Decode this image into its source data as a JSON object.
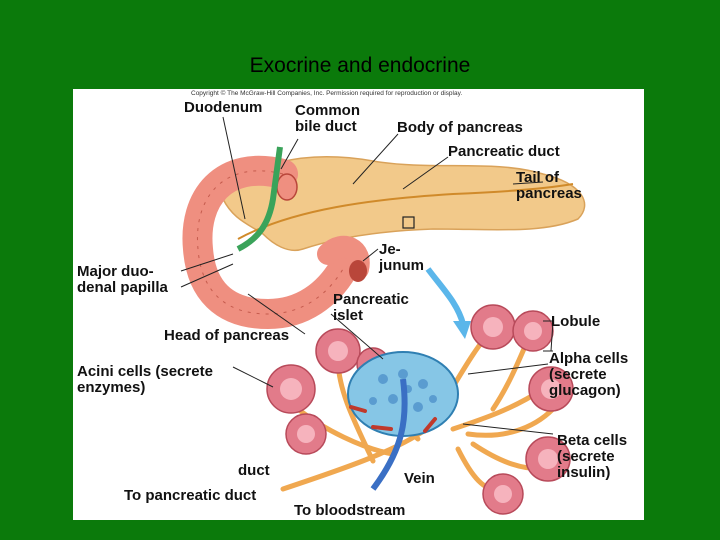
{
  "slide": {
    "title": "Exocrine and endocrine"
  },
  "figure": {
    "copyright": "Copyright © The McGraw-Hill Companies, Inc. Permission required for reproduction or display.",
    "labels": {
      "duodenum": "Duodenum",
      "common_bile_duct": "Common\nbile duct",
      "body_of_pancreas": "Body of pancreas",
      "pancreatic_duct": "Pancreatic duct",
      "tail_of_pancreas": "Tail of\npancreas",
      "jejunum": "Je-\njunum",
      "major_duodenal_papilla": "Major duo-\ndenal papilla",
      "pancreatic_islet": "Pancreatic\nislet",
      "head_of_pancreas": "Head of pancreas",
      "lobule": "Lobule",
      "acini_cells": "Acini cells (secrete\nenzymes)",
      "alpha_cells": "Alpha cells\n(secrete\nglucagon)",
      "beta_cells": "Beta cells\n(secrete\ninsulin)",
      "duct": "duct",
      "vein": "Vein",
      "to_pancreatic_duct": "To pancreatic duct",
      "to_bloodstream": "To bloodstream"
    },
    "colors": {
      "slide_background": "#0b7a0b",
      "pancreas": "#f2c98a",
      "duodenum": "#ef8f80",
      "bile_duct": "#3aa35a",
      "acini": "#e27b8a",
      "islet": "#86c6e6",
      "vein": "#3a6fc4",
      "ducts": "#f0a850",
      "arrow": "#5bb6ea"
    }
  }
}
